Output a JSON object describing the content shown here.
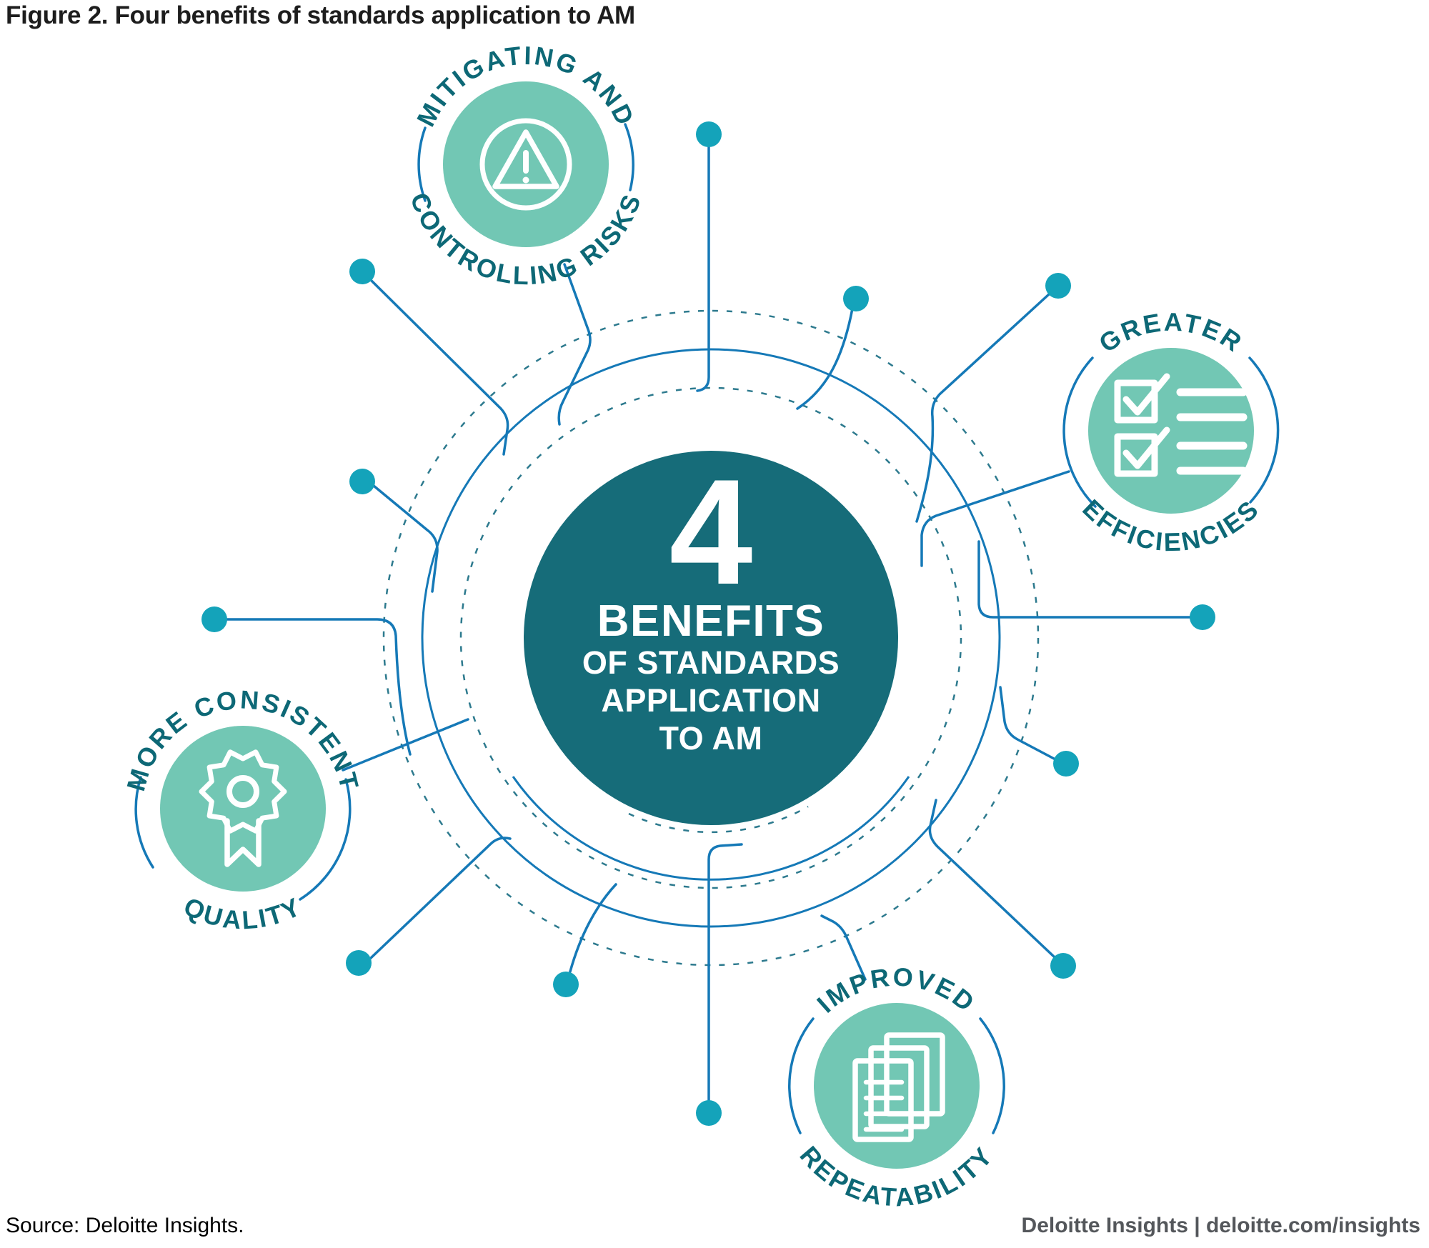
{
  "figure": {
    "title": "Figure 2. Four benefits of standards application to AM"
  },
  "center": {
    "number": "4",
    "title": "BENEFITS",
    "subtitle_line1": "OF STANDARDS",
    "subtitle_line2": "APPLICATION",
    "subtitle_line3": "TO AM"
  },
  "benefits": [
    {
      "label_top": "MITIGATING AND",
      "label_bottom": "CONTROLLING RISKS",
      "icon": "warning-triangle-icon"
    },
    {
      "label_top": "GREATER",
      "label_bottom": "EFFICIENCIES",
      "icon": "checklist-icon"
    },
    {
      "label_top": "MORE CONSISTENT",
      "label_bottom": "QUALITY",
      "icon": "award-ribbon-icon"
    },
    {
      "label_top": "IMPROVED",
      "label_bottom": "REPEATABILITY",
      "icon": "stacked-documents-icon"
    }
  ],
  "footer": {
    "source": "Source: Deloitte Insights.",
    "brand": "Deloitte Insights | deloitte.com/insights"
  },
  "colors": {
    "center_circle": "#166c79",
    "benefit_circle": "#72c7b4",
    "line_blue": "#1579b7",
    "dot_teal": "#14a3ba",
    "label_teal": "#0d6876",
    "dashed_ring": "#2d7a8e",
    "footer_gray": "#54575b"
  }
}
